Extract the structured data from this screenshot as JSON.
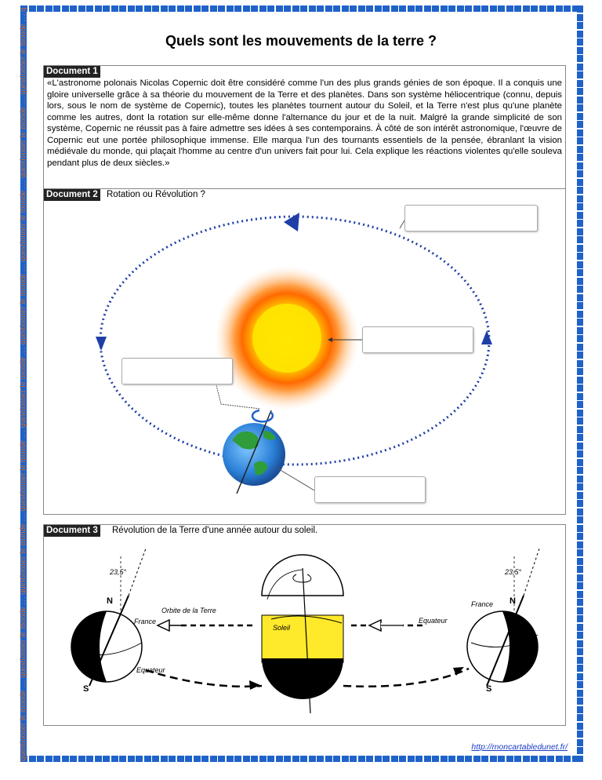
{
  "page": {
    "title": "Quels sont les mouvements de la terre ?",
    "side_text": "questionner le monde … questionner le monde … questionner le monde … questionner le monde … questionner le monde … questionner le monde … questionner le monde … questionner le monde … questionner le monde … questionner le monde",
    "footer_link": "http://moncartabledunet.fr/"
  },
  "document1": {
    "label": "Document 1",
    "text": "«L'astronome polonais Nicolas Copernic doit être considéré comme l'un des plus grands génies de son époque. Il a conquis une gloire universelle grâce à sa théorie du mouvement de la Terre et des planètes. Dans son système héliocentrique (connu, depuis lors, sous le nom de système de Copernic), toutes les planètes tournent autour du Soleil, et la Terre n'est plus qu'une planète comme les autres, dont la rotation sur elle-même donne l'alternance du jour et de la nuit. Malgré la grande simplicité de son système, Copernic ne réussit pas à faire admettre ses idées à ses contemporains. À côté de son intérêt astronomique, l'œuvre de Copernic eut une portée philosophique immense. Elle marqua l'un des tournants essentiels de la pensée, ébranlant la vision médiévale du monde, qui plaçait l'homme au centre d'un univers fait pour lui. Cela explique les réactions violentes qu'elle souleva pendant plus de deux siècles.»"
  },
  "document2": {
    "label": "Document 2",
    "caption": "Rotation ou Révolution ?"
  },
  "document3": {
    "label": "Document 3",
    "caption": "Révolution de la Terre d'une année autour du soleil.",
    "labels": {
      "angle_left": "23,5°",
      "angle_right": "23,5°",
      "orbit": "Orbite de la Terre",
      "france_left": "France",
      "france_right": "France",
      "equator_left": "Equateur",
      "equator_right": "Equateur",
      "sun": "Soleil",
      "north": "N",
      "south": "S"
    }
  }
}
